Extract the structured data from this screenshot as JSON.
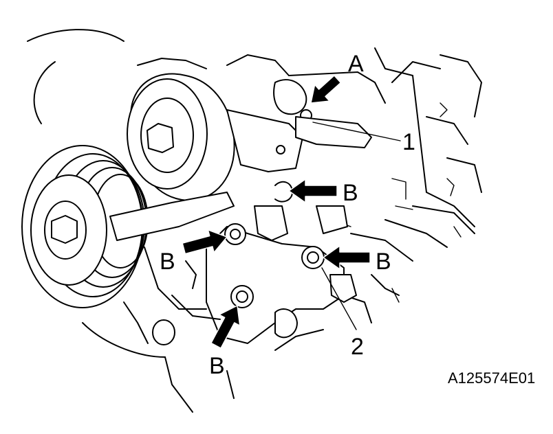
{
  "diagram": {
    "callouts": {
      "a": "A",
      "b": "B",
      "one": "1",
      "two": "2"
    },
    "figure_id": "A125574E01"
  },
  "colors": {
    "ink": "#000000",
    "paper": "#ffffff"
  },
  "icons": [
    "arrow-icon"
  ]
}
